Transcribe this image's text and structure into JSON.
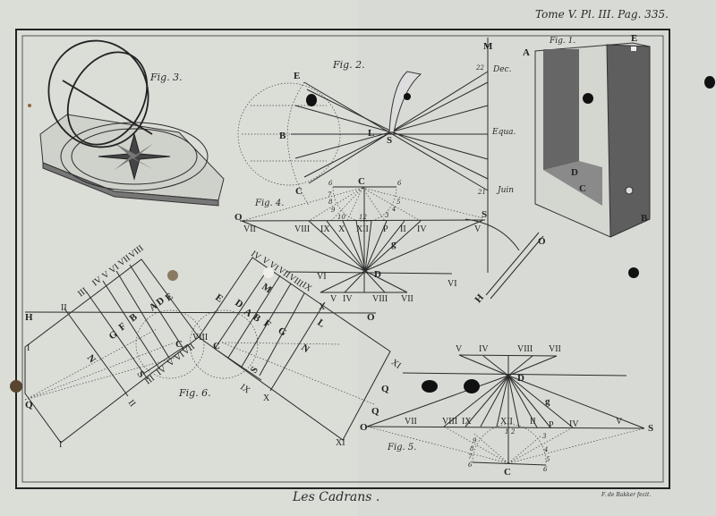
{
  "header": "Tome V. Pl. III. Pag. 335.",
  "caption": "Les Cadrans .",
  "engraver": "F. de Bakker fecit.",
  "fig1": {
    "title": "Fig. 1.",
    "labels": [
      "A",
      "E",
      "D",
      "C",
      "B"
    ]
  },
  "fig2": {
    "title": "Fig. 2.",
    "labels": [
      "E",
      "B",
      "L",
      "S",
      "C",
      "M",
      "22",
      "Dec.",
      "Equa.",
      "21",
      "Juin",
      "O",
      "H"
    ]
  },
  "fig3": {
    "title": "Fig. 3."
  },
  "fig4": {
    "title": "Fig. 4.",
    "labels": [
      "C",
      "6",
      "6",
      "7",
      "8",
      "9",
      "10",
      "12",
      "3",
      "4",
      "5",
      "O",
      "S",
      "VII",
      "VIII",
      "IX",
      "X",
      "XII",
      "P",
      "II",
      "IV",
      "V",
      "g",
      "D",
      "VI",
      "VI",
      "V",
      "IV",
      "VIII",
      "VII"
    ]
  },
  "fig5": {
    "title": "Fig. 5.",
    "labels": [
      "V",
      "IV",
      "VIII",
      "VII",
      "D",
      "Q",
      "O",
      "VII",
      "VIII",
      "IX",
      "XII",
      "II",
      "P",
      "IV",
      "V",
      "S",
      "g",
      "1",
      "2",
      "3",
      "4",
      "5",
      "6",
      "7",
      "8",
      "9",
      "6",
      "C",
      "XI"
    ]
  },
  "fig6": {
    "title": "Fig. 6.",
    "labels": [
      "H",
      "O",
      "I",
      "II",
      "III",
      "IV",
      "V",
      "VI",
      "VII",
      "VIII",
      "A",
      "D",
      "E",
      "B",
      "F",
      "G",
      "C",
      "N",
      "S",
      "Q",
      "II",
      "III",
      "IV",
      "V",
      "VI",
      "VII",
      "I",
      "IV",
      "V",
      "VI",
      "VII",
      "VIII",
      "IX",
      "X",
      "E",
      "D",
      "M",
      "A",
      "B",
      "F",
      "G",
      "L",
      "N",
      "C",
      "S",
      "X",
      "Q",
      "XI",
      "VIII",
      "IX"
    ]
  }
}
